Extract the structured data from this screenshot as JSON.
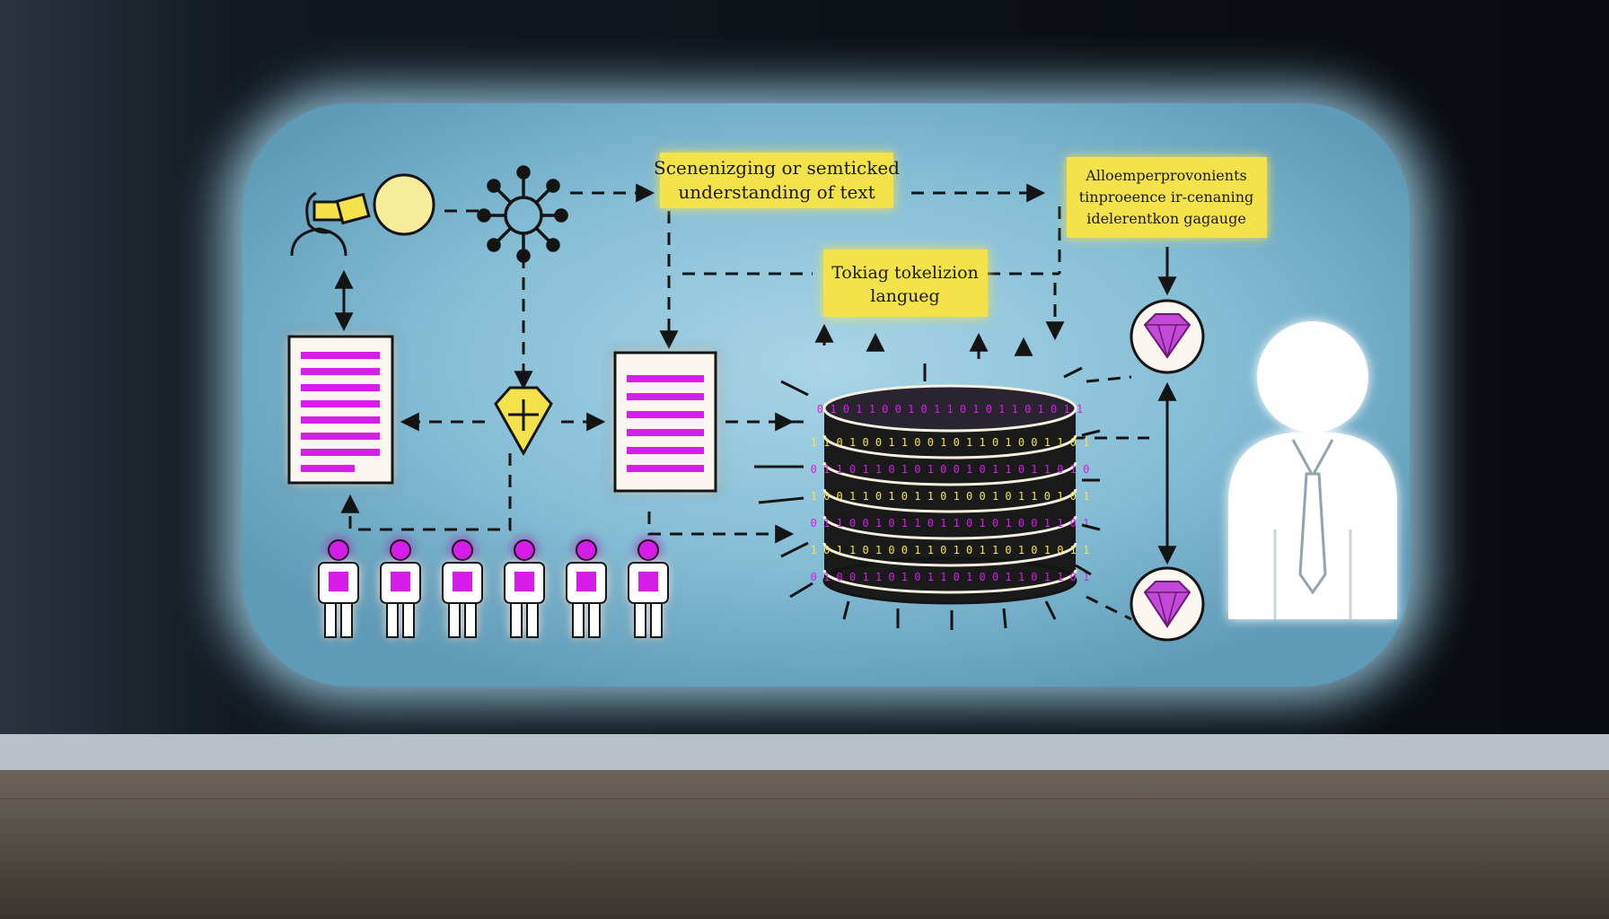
{
  "notes": {
    "semantic": {
      "line1": "Scenenizging or semticked",
      "line2": "understanding of text"
    },
    "tokenization": {
      "line1": "Tokiag tokelizion",
      "line2": "langueg"
    },
    "improvements": {
      "line1": "Alloemperprovonients",
      "line2": "tinproeence ir-cenaning",
      "line3": "idelerentkon gagauge"
    }
  },
  "database_glyphs": [
    "0 1 0 1 1 0 0 1 0 1 1 0 1 0 1 1 0 1 0 1 1",
    "1 1 0 1 0 0 1 1 0 0 1 0 1 1 0 1 0 0 1 1 0 1",
    "0 1 1 0 1 1 0 1 0 1 0 0 1 0 1 1 0 1 1 0 1 0",
    "1 0 0 1 1 0 1 0 1 1 0 1 0 0 1 0 1 1 0 1 0 1",
    "0 1 1 0 0 1 0 1 1 0 1 1 0 1 0 1 0 0 1 1 0 1",
    "1 0 1 1 0 1 0 0 1 1 0 1 0 1 1 0 1 0 1 0 1 1",
    "0 1 0 0 1 1 0 1 0 1 1 0 1 0 0 1 1 0 1 1 0 1"
  ],
  "colors": {
    "wall": "#0b0f14",
    "screen_glow": "#7fb6d3",
    "note_yellow": "#f4e24c",
    "accent_magenta": "#d51ee8",
    "figure_white": "#ffffff",
    "ink": "#141414",
    "floor": "#8a8072"
  },
  "icons": [
    "user-with-magnifier-icon",
    "network-hub-icon",
    "diamond-gem-icon",
    "document-icon",
    "database-cylinder-icon",
    "person-icon",
    "businessman-icon"
  ]
}
